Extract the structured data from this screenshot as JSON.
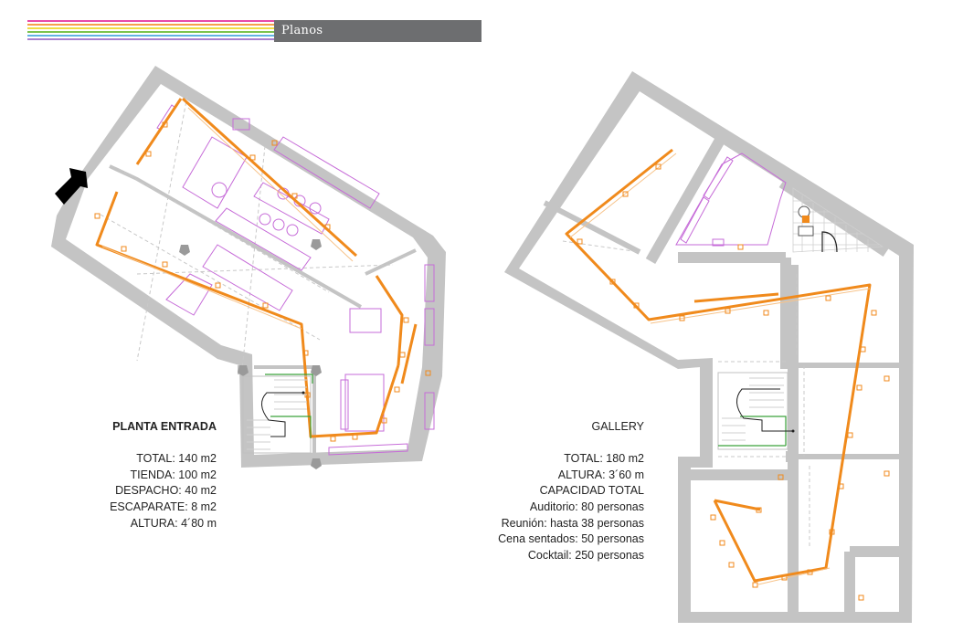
{
  "header": {
    "title": "Planos",
    "stripe_colors": [
      "#e84aa7",
      "#f6a04b",
      "#f1dc45",
      "#7dc34e",
      "#62b3e3",
      "#a97fcf"
    ]
  },
  "colors": {
    "wall": "#c4c4c4",
    "lighting_track": "#f08a1c",
    "furniture": "#c66bd8",
    "stairs_railing": "#3aa23a",
    "header_bar": "#6d6e70"
  },
  "planta_entrada": {
    "title": "PLANTA ENTRADA",
    "lines": [
      "TOTAL: 140 m2",
      "TIENDA: 100 m2",
      "DESPACHO: 40 m2",
      "ESCAPARATE: 8 m2",
      "ALTURA: 4´80 m"
    ]
  },
  "gallery": {
    "title": "GALLERY",
    "lines": [
      "TOTAL: 180 m2",
      "ALTURA: 3´60 m",
      "CAPACIDAD TOTAL",
      "Auditorio: 80 personas",
      "Reunión: hasta 38 personas",
      "Cena sentados: 50 personas",
      "Cocktail: 250 personas"
    ]
  },
  "icons": {
    "entrance": "entrance-arrow-icon",
    "spotlight": "spotlight-icon",
    "column": "column-icon",
    "toilet": "toilet-icon",
    "sink": "sink-icon"
  }
}
